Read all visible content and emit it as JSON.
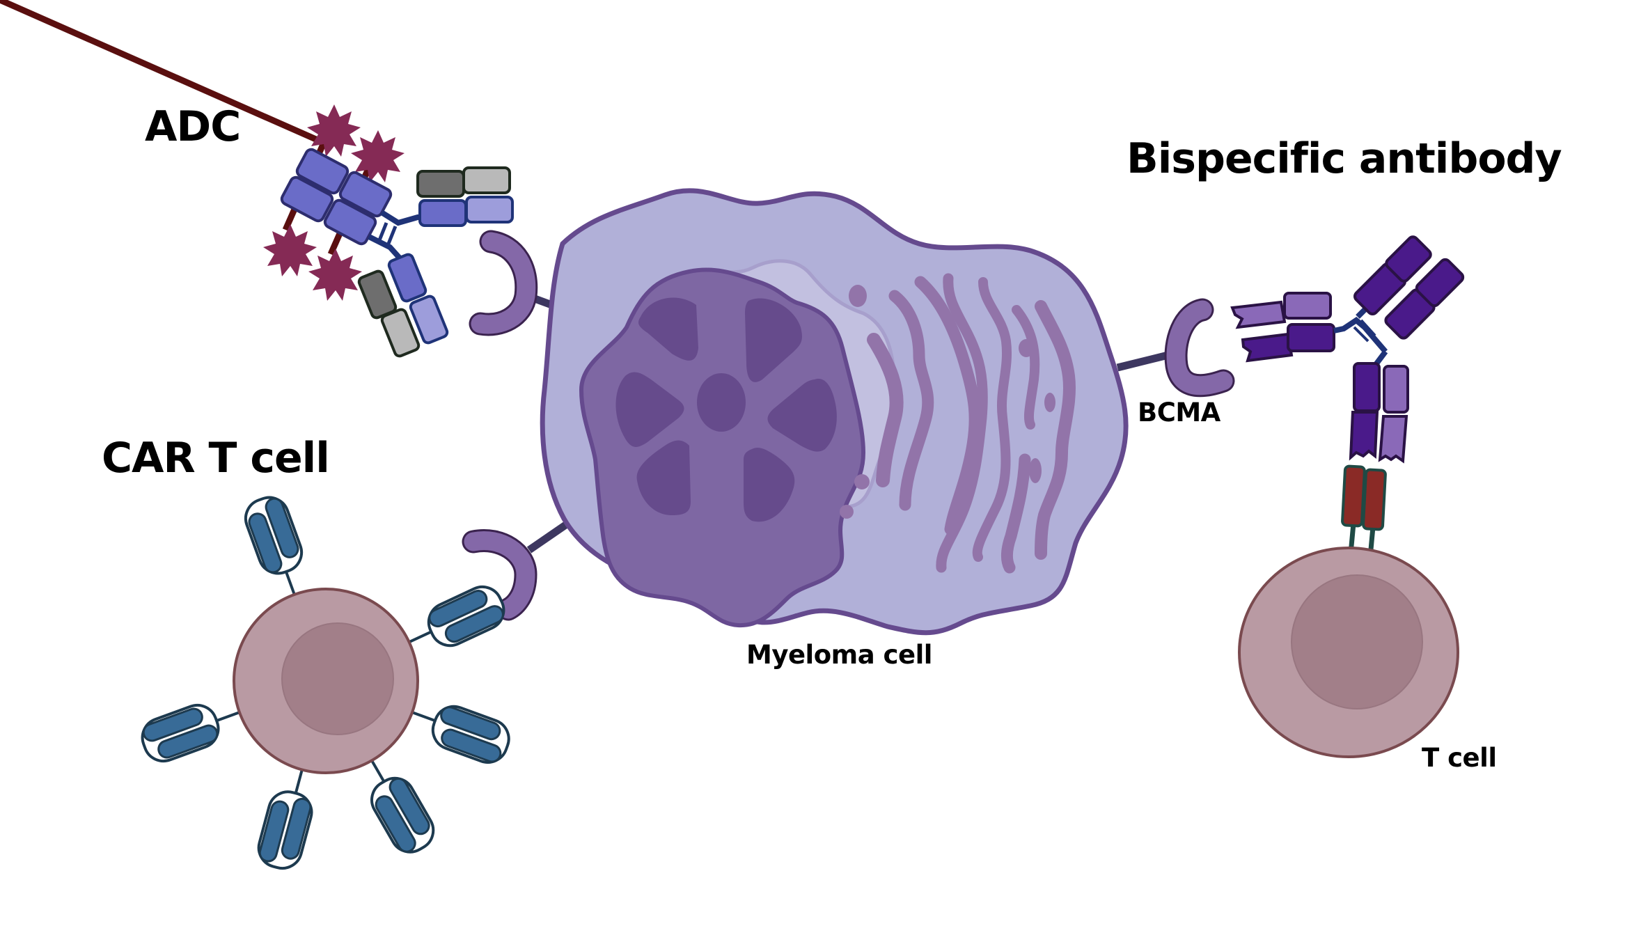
{
  "labels": {
    "adc": "ADC",
    "bispecific": "Bispecific antibody",
    "car_t": "CAR T cell",
    "myeloma": "Myeloma cell",
    "bcma": "BCMA",
    "t_cell": "T cell"
  },
  "colors": {
    "myeloma_fill": "#b1b0d8",
    "myeloma_stroke": "#654a8e",
    "nucleus_fill": "#7e67a3",
    "chromatin": "#664b8c",
    "er": "#9274a9",
    "bcma_receptor": "#8468a8",
    "adc_heavy": "#6a6cc8",
    "adc_light": "#9d9ddb",
    "adc_dark_grey": "#6e6e6e",
    "adc_light_grey": "#b9b9b9",
    "payload": "#852a55",
    "linker": "#5a0f0f",
    "bispecific_dark": "#4a1a8a",
    "bispecific_light": "#8a69b8",
    "cd3_binder": "#8a2a26",
    "t_cell_fill": "#b99aa3",
    "t_cell_nucleus": "#a27f89",
    "t_cell_stroke": "#7a4a4f",
    "car_receptor": "#386b97"
  }
}
